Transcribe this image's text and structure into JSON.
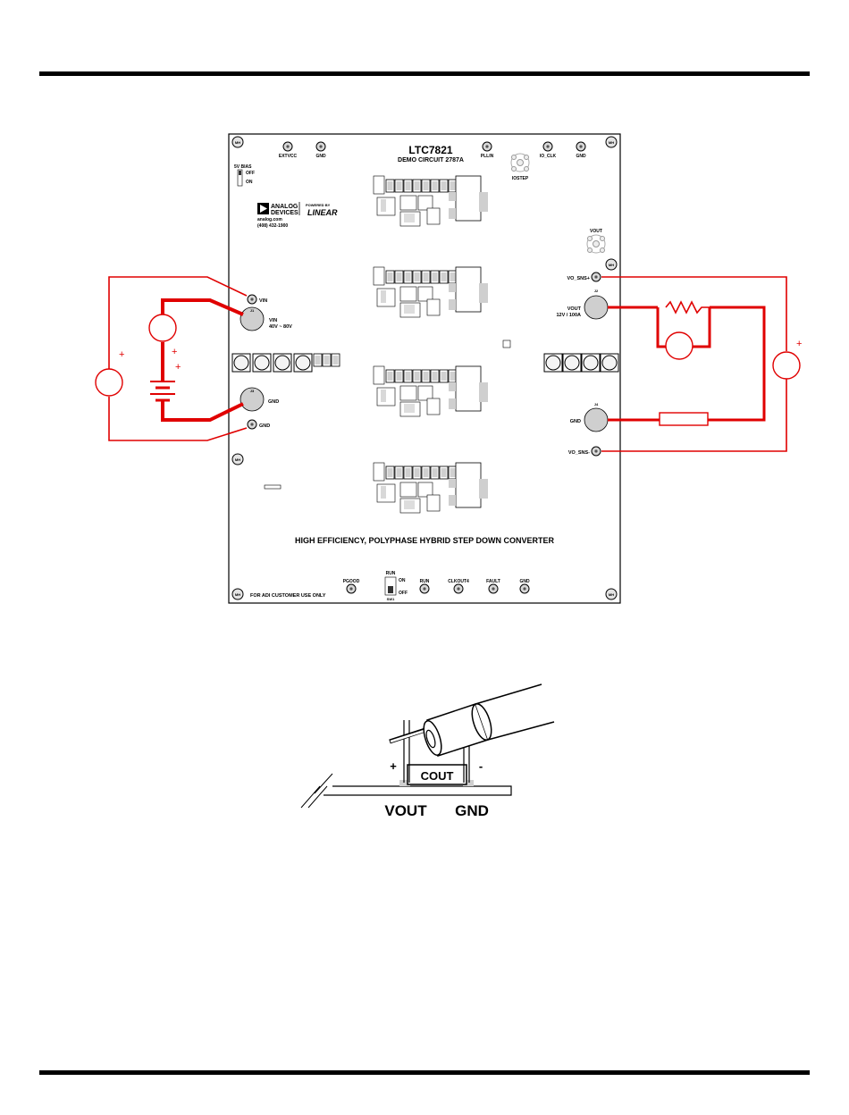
{
  "board": {
    "title": "LTC7821",
    "subtitle": "DEMO CIRCUIT 2787A",
    "banner": "HIGH EFFICIENCY, POLYPHASE HYBRID STEP DOWN CONVERTER",
    "customer_note": "FOR ADI CUSTOMER USE ONLY",
    "logo_analog": "ANALOG",
    "logo_devices": "DEVICES",
    "logo_powered_by": "POWERED BY",
    "logo_linear": "LINEAR",
    "website": "analog.com",
    "phone": "(408) 432-1900",
    "mounting_hole": "MH",
    "top_testpoints": [
      "EXTVCC",
      "GND",
      "PLLIN",
      "IO_CLK",
      "GND"
    ],
    "iostep_label": "IOSTEP",
    "bias": {
      "title": "5V BIAS",
      "off": "OFF",
      "on": "ON"
    },
    "vout_top_label": "VOUT",
    "vin_testpoint": "VIN",
    "vin_jack": {
      "label": "VIN",
      "range": "40V ~ 80V",
      "ref": "J1"
    },
    "gnd_jack_left": {
      "label": "GND",
      "ref": "J3"
    },
    "gnd_testpoint_left": "GND",
    "vo_sns_plus": "VO_SNS+",
    "vo_sns_minus": "VO_SNS-",
    "vout_jack": {
      "label": "VOUT",
      "rating": "12V / 100A",
      "ref": "J2"
    },
    "gnd_jack_right": {
      "label": "GND",
      "ref": "J4"
    },
    "run_switch": {
      "title": "RUN",
      "on": "ON",
      "off": "OFF",
      "ref": "SW1"
    },
    "bottom_testpoints": [
      "PGOOD",
      "RUN",
      "CLKOUT4",
      "FAULT",
      "GND"
    ]
  },
  "setup": {
    "left_source_plus": "+",
    "battery_plus_top": "+",
    "battery_plus_bottom": "+",
    "right_meter_plus": "+"
  },
  "probe_figure": {
    "capacitor_label": "COUT",
    "plus": "+",
    "minus": "-",
    "vout_label": "VOUT",
    "gnd_label": "GND"
  },
  "colors": {
    "wire": "#e00000",
    "pad": "#cfcfcf",
    "board_outline": "#000000"
  }
}
